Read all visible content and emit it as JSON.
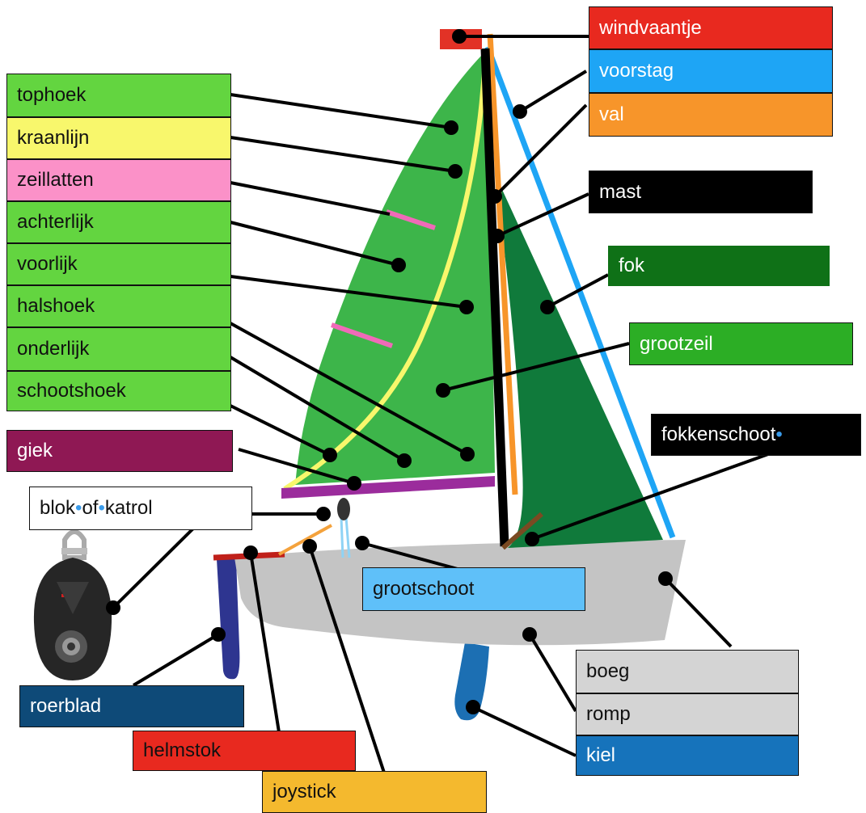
{
  "diagram": {
    "labels": {
      "windvaantje": "windvaantje",
      "voorstag": "voorstag",
      "val": "val",
      "mast": "mast",
      "fok": "fok",
      "grootzeil": "grootzeil",
      "fokkenschoot": "fokkenschoot",
      "tophoek": "tophoek",
      "kraanlijn": "kraanlijn",
      "zeillatten": "zeillatten",
      "achterlijk": "achterlijk",
      "voorlijk": "voorlijk",
      "halshoek": "halshoek",
      "onderlijk": "onderlijk",
      "schootshoek": "schootshoek",
      "giek": "giek",
      "blok": "blok",
      "of": "of",
      "katrol": "katrol",
      "grootschoot": "grootschoot",
      "roerblad": "roerblad",
      "helmstok": "helmstok",
      "joystick": "joystick",
      "boeg": "boeg",
      "romp": "romp",
      "kiel": "kiel"
    },
    "separator_glyph": "•",
    "colors": {
      "windvaantje": "#e8291f",
      "voorstag": "#1ea5f5",
      "val": "#f7952a",
      "mast": "#000000",
      "fok": "#0f7117",
      "grootzeil": "#2cae25",
      "fokkenschoot": "#000000",
      "sail_part_labels": "#63d540",
      "kraanlijn": "#f8f76c",
      "zeillatten": "#fb91c8",
      "giek": "#8f1854",
      "blok": "#ffffff",
      "grootschoot": "#5fc0f9",
      "roerblad": "#0e4a78",
      "helmstok": "#e8291f",
      "joystick": "#f4b92e",
      "boeg": "#d4d4d4",
      "romp": "#d4d4d4",
      "kiel": "#1673bb",
      "mainsail_fill": "#3db54a",
      "jib_fill": "#107a3b",
      "hull_fill": "#c4c4c4",
      "boom_fill": "#9b2c9c",
      "keel_fill": "#1c6fb3",
      "rudder_fill": "#2e3590"
    }
  }
}
